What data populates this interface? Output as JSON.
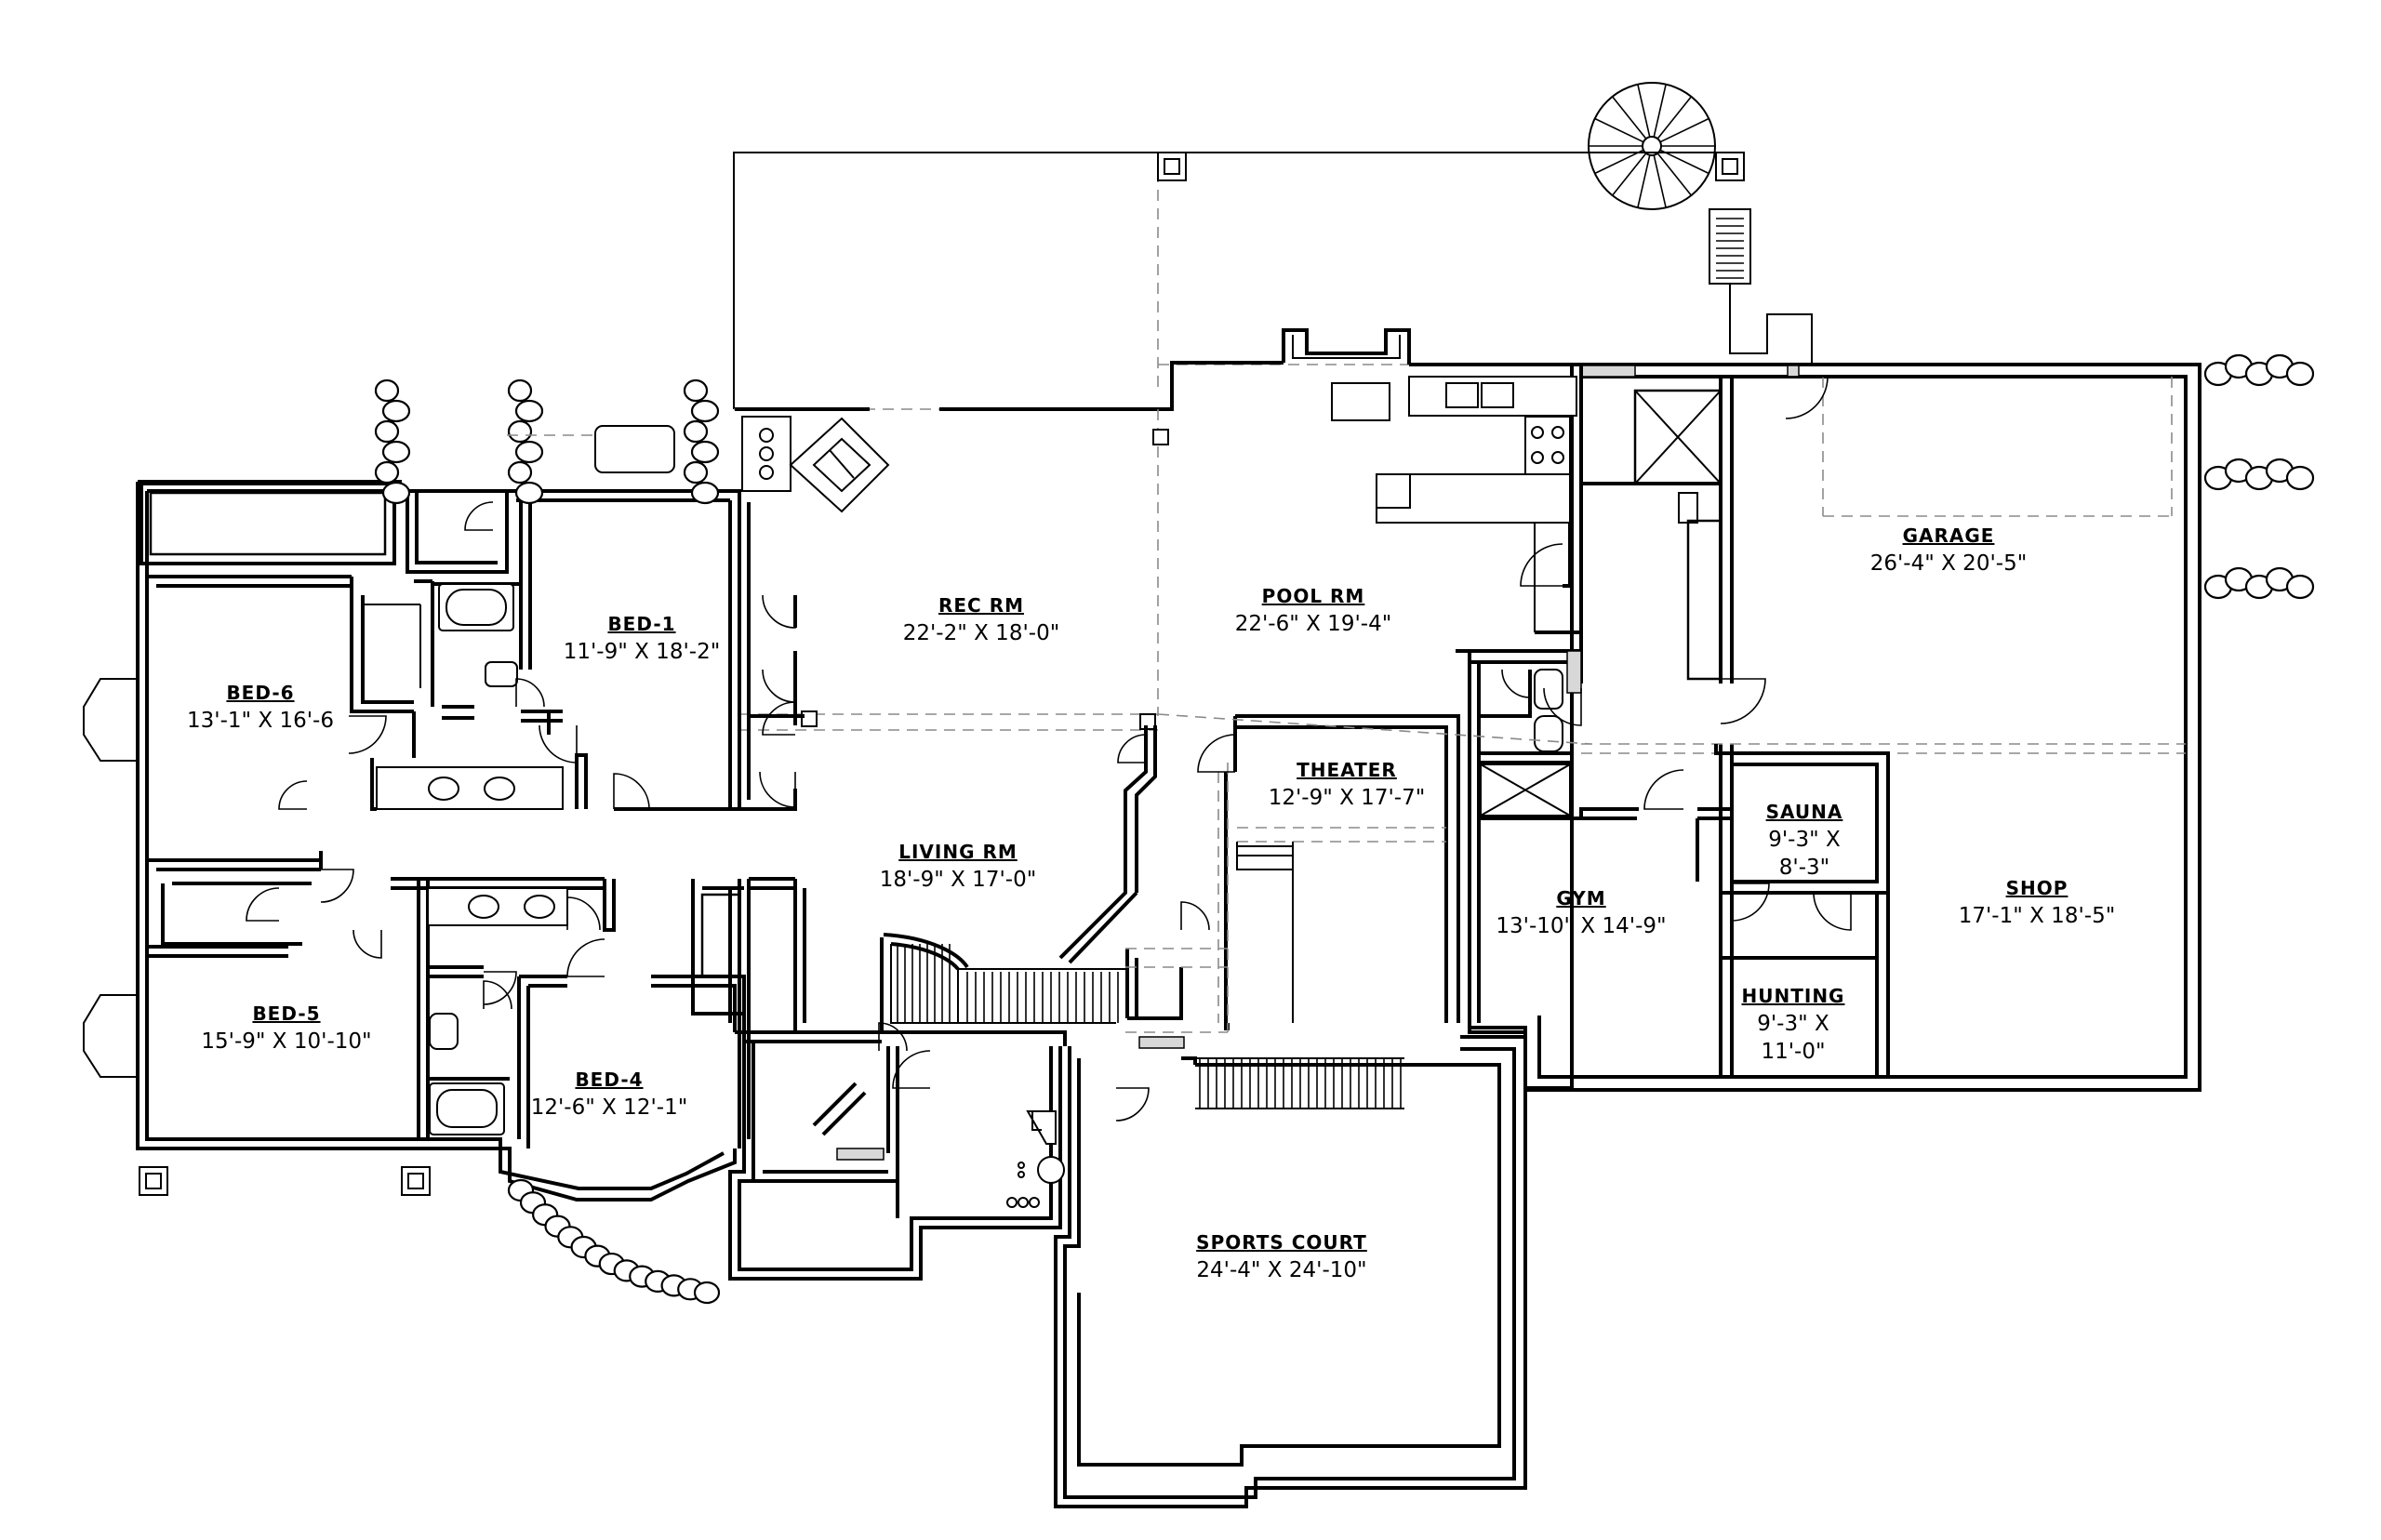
{
  "plan": {
    "rooms": [
      {
        "id": "bed-1",
        "name": "BED-1",
        "dims": "11'-9\" X 18'-2\""
      },
      {
        "id": "bed-6",
        "name": "BED-6",
        "dims": "13'-1\" X 16'-6"
      },
      {
        "id": "rec-rm",
        "name": "REC RM",
        "dims": "22'-2\" X 18'-0\""
      },
      {
        "id": "pool-rm",
        "name": "POOL RM",
        "dims": "22'-6\" X 19'-4\""
      },
      {
        "id": "garage",
        "name": "GARAGE",
        "dims": "26'-4\" X 20'-5\""
      },
      {
        "id": "theater",
        "name": "THEATER",
        "dims": "12'-9\" X 17'-7\""
      },
      {
        "id": "living-rm",
        "name": "LIVING RM",
        "dims": "18'-9\" X 17'-0\""
      },
      {
        "id": "sauna",
        "name": "SAUNA",
        "dims_line1": "9'-3\" X",
        "dims_line2": "8'-3\""
      },
      {
        "id": "gym",
        "name": "GYM",
        "dims": "13'-10\" X 14'-9\""
      },
      {
        "id": "shop",
        "name": "SHOP",
        "dims": "17'-1\" X 18'-5\""
      },
      {
        "id": "bed-5",
        "name": "BED-5",
        "dims": "15'-9\" X 10'-10\""
      },
      {
        "id": "bed-4",
        "name": "BED-4",
        "dims": "12'-6\" X 12'-1\""
      },
      {
        "id": "hunting",
        "name": "HUNTING",
        "dims_line1": "9'-3\" X",
        "dims_line2": "11'-0\""
      },
      {
        "id": "sports-court",
        "name": "SPORTS COURT",
        "dims": "24'-4\" X 24'-10\""
      }
    ]
  }
}
